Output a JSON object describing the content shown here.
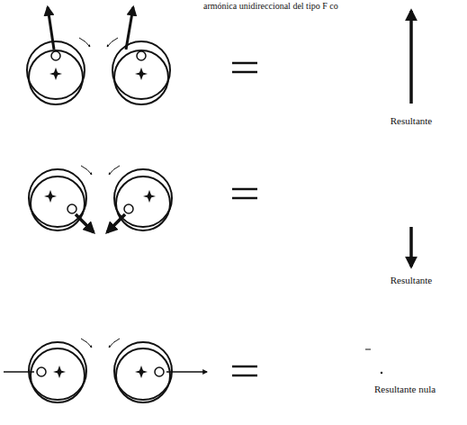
{
  "diagram": {
    "labels": [
      "armónica unidireccional del tipo F co",
      "Resultante",
      "Resultante",
      "Resultante nula"
    ]
  }
}
